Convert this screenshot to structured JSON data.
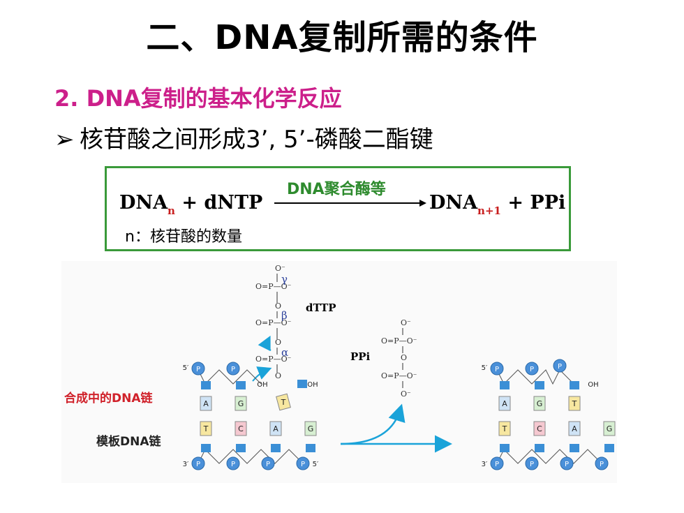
{
  "title": "二、DNA复制所需的条件",
  "subtitle": "2. DNA复制的基本化学反应",
  "bullet": {
    "marker": "➢",
    "text": "核苷酸之间形成3’, 5’-磷酸二酯键"
  },
  "equation": {
    "reactant1": "DNA",
    "reactant1_sub": "n",
    "plus1": "+ dNTP",
    "enzyme": "DNA聚合酶等",
    "product1": "DNA",
    "product1_sub": "n+1",
    "plus2": "+ PPi",
    "note": "n：核苷酸的数量"
  },
  "figure": {
    "dTTP_label": "dTTP",
    "PPi_label": "PPi",
    "greek": [
      "γ",
      "β",
      "α"
    ],
    "growing_strand_label": "合成中的DNA链",
    "template_strand_label": "模板DNA链",
    "P": "P",
    "OH": "OH",
    "prime5": "5′",
    "prime3": "3′",
    "left_growing_bases": [
      "A",
      "G"
    ],
    "incoming_base": "T",
    "left_template_bases": [
      "T",
      "C",
      "A",
      "G"
    ],
    "right_growing_bases": [
      "A",
      "G",
      "T"
    ],
    "right_template_bases": [
      "T",
      "C",
      "A",
      "G"
    ],
    "O": "O",
    "O_minus": "O⁻",
    "colors": {
      "phosphate": "#4a90d9",
      "sugar": "#3b8fd6",
      "base_A": "#cfe3f5",
      "base_G": "#d7efd2",
      "base_T": "#f7e7a0",
      "base_C": "#f5c8d0",
      "arrow": "#1aa3d9"
    }
  }
}
